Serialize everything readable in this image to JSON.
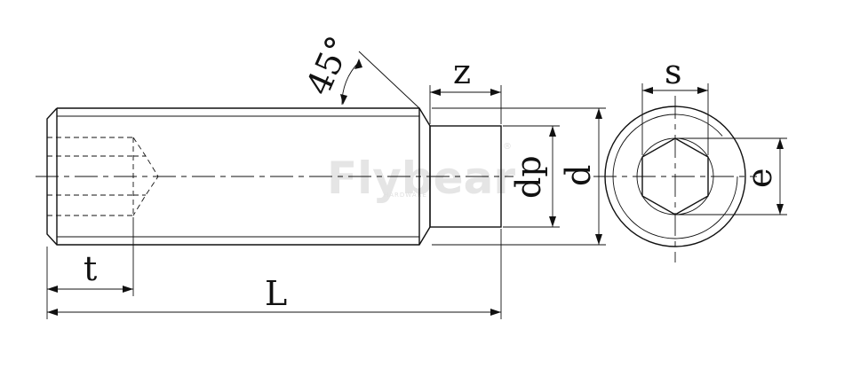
{
  "labels": {
    "angle": "45°",
    "z": "z",
    "s": "s",
    "dp": "dp",
    "d": "d",
    "e": "e",
    "t": "t",
    "L": "L"
  },
  "watermark": {
    "brand": "Flybear",
    "sub": "HARDWARE",
    "registered": "®"
  }
}
